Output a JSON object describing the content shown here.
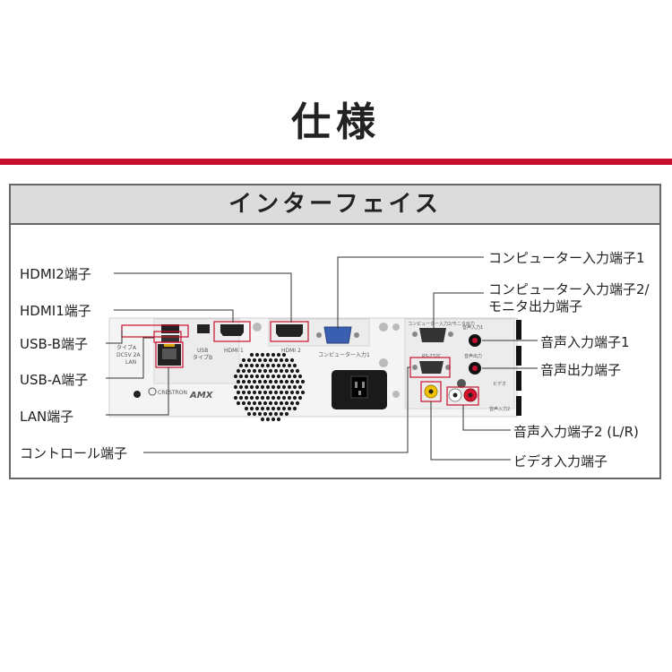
{
  "page": {
    "title": "仕様"
  },
  "panel": {
    "title": "インターフェイス"
  },
  "labels_left": {
    "hdmi2": "HDMI2端子",
    "hdmi1": "HDMI1端子",
    "usb_b": "USB-B端子",
    "usb_a": "USB-A端子",
    "lan": "LAN端子",
    "control": "コントロール端子"
  },
  "labels_right": {
    "computer_in1": "コンピューター入力端子1",
    "computer_in2_line1": "コンピューター入力端子2/",
    "computer_in2_line2": "モニタ出力端子",
    "audio_in1": "音声入力端子1",
    "audio_out": "音声出力端子",
    "audio_in2": "音声入力端子2 (L/R)",
    "video_in": "ビデオ入力端子"
  },
  "device_print": {
    "usb_label_1": "USB",
    "usb_label_2": "タイプB",
    "hdmi1": "HDMI 1",
    "hdmi2": "HDMI 2",
    "computer_in1": "コンピューター入力1",
    "computer_in2": "コンピューター入力2/モニタ出力",
    "rs232c": "RS-232C",
    "audio_in1": "音声入力1",
    "audio_out": "音声出力",
    "video": "ビデオ",
    "audio_in2": "音声入力2",
    "typea": "タイプA",
    "dc": "DC5V 2A",
    "lan": "LAN",
    "crestron": "CRESTRON",
    "amx": "AMX"
  },
  "colors": {
    "accent_red": "#c8102e",
    "leader_line": "#333333",
    "vga_blue": "#3a5fb0"
  }
}
